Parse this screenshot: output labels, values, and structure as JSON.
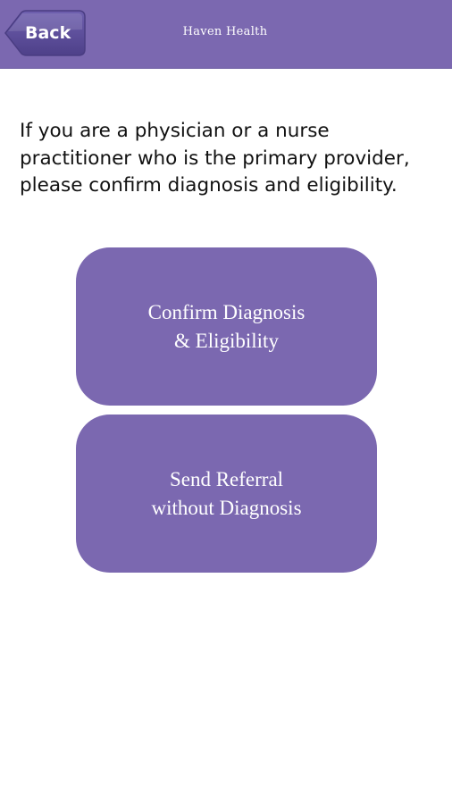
{
  "header": {
    "back_label": "Back",
    "title": "Haven Health"
  },
  "main": {
    "instruction": "If you are a physician or a nurse practitioner who is the primary provider, please confirm diagnosis and eligibility.",
    "buttons": [
      {
        "line1": "Confirm Diagnosis",
        "line2": "& Eligibility"
      },
      {
        "line1": "Send Referral",
        "line2": "without Diagnosis"
      }
    ]
  },
  "colors": {
    "accent": "#7b68b0",
    "back_button": "#5d4e96",
    "text": "#111111",
    "background": "#ffffff"
  }
}
